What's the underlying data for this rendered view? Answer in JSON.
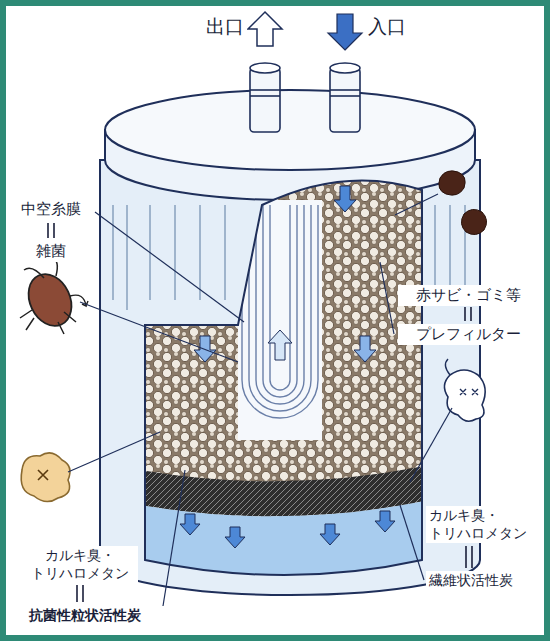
{
  "diagram": {
    "labels": [
      "出口",
      "入口",
      "中空糸膜",
      "雑菌",
      "赤サビ・ゴミ等",
      "プレフィルター",
      "カルキ臭・ トリハロメタン",
      "繊維状活性炭",
      "カルキ臭・ トリハロメタン",
      "抗菌性粒状活性炭"
    ]
  }
}
